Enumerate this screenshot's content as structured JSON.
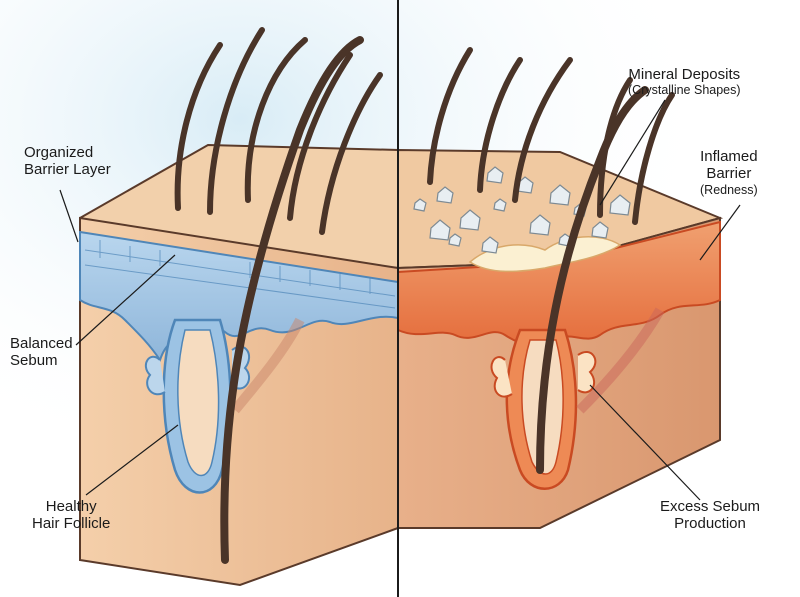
{
  "labels": {
    "organized_barrier_layer": {
      "line1": "Organized",
      "line2": "Barrier Layer"
    },
    "balanced_sebum": {
      "line1": "Balanced",
      "line2": "Sebum"
    },
    "healthy_hair_follicle": {
      "line1": "Healthy",
      "line2": "Hair Follicle"
    },
    "mineral_deposits": {
      "line1": "Mineral Deposits",
      "line2": "(Crystalline Shapes)"
    },
    "inflamed_barrier": {
      "line1": "Inflamed",
      "line2": "Barrier",
      "line3": "(Redness)"
    },
    "excess_sebum_production": {
      "line1": "Excess Sebum",
      "line2": "Production"
    }
  },
  "colors": {
    "skin_light": "#f3d2b0",
    "skin_mid": "#e9b88f",
    "skin_dark": "#d79a72",
    "outline": "#5a3a2a",
    "healthy_barrier": "#9cc3e4",
    "healthy_barrier_dark": "#4f86b8",
    "inflamed": "#ee8a55",
    "inflamed_dark": "#c94a22",
    "hair": "#4a3428",
    "crystal": "#e8eef2",
    "sebum": "#fbf0d2",
    "divider": "#1b1b1b",
    "bg_glow": "#d8ecf6"
  },
  "icons": {
    "hair_strands": "hair-strand-icon",
    "crystals": "crystal-icon"
  }
}
